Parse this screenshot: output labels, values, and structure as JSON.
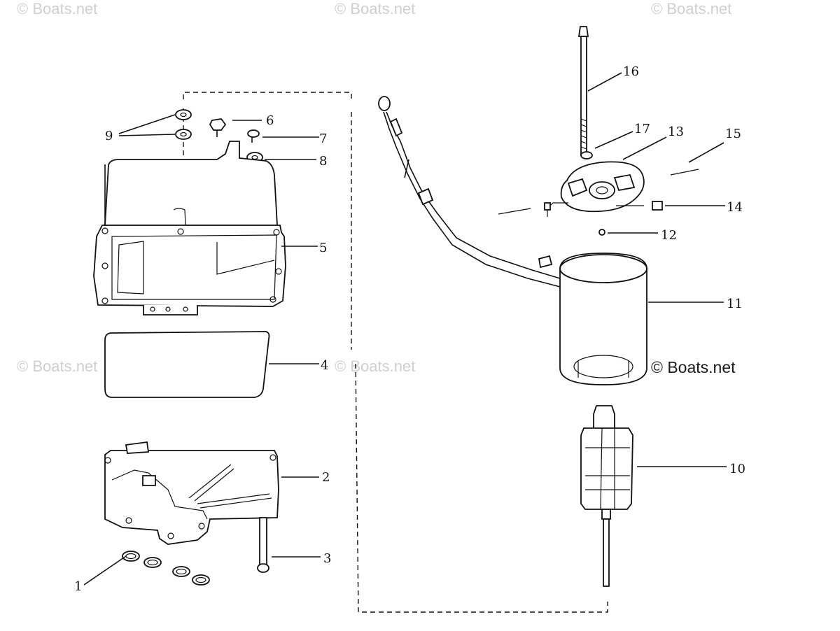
{
  "watermark": {
    "faint_text": "© Boats.net",
    "main_text": "© Boats.net"
  },
  "callouts": [
    "1",
    "2",
    "3",
    "4",
    "5",
    "6",
    "7",
    "8",
    "9",
    "10",
    "11",
    "12",
    "13",
    "14",
    "15",
    "16",
    "17"
  ],
  "colors": {
    "ink": "#111111",
    "watermark": "#cfcfcf",
    "background": "#ffffff"
  }
}
